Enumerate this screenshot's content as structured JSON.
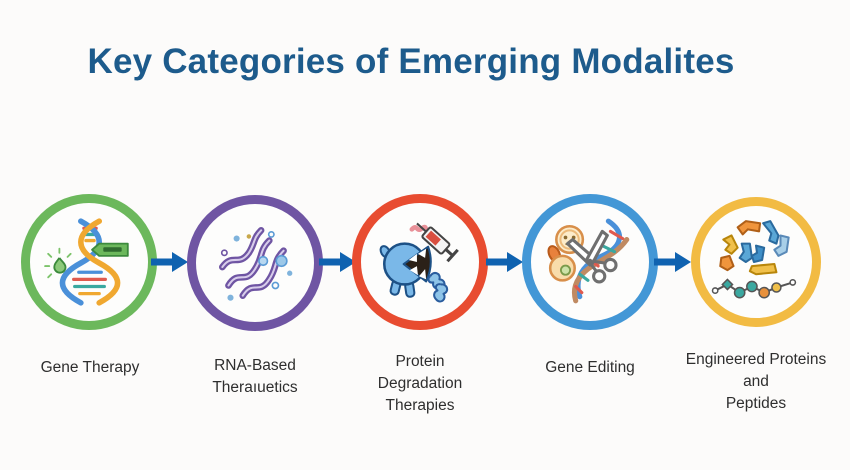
{
  "header": {
    "title": "Key Categories of Emerging Modalites",
    "title_color": "#1d5b8c"
  },
  "flow": {
    "arrow_color": "#0f62b0",
    "arrow_icon": "arrow-right-icon",
    "stages": [
      {
        "label_lines": [
          "Gene Therapy"
        ],
        "ring_color": "#6cb85c",
        "icon": "dna-helix-with-gene-tag-and-bulb"
      },
      {
        "label_lines": [
          "RNA-Based",
          "Theraıuetics"
        ],
        "ring_color": "#6f55a3",
        "icon": "rna-strands-with-nucleotide-dots"
      },
      {
        "label_lines": [
          "Protein",
          "Degradation",
          "Therapies"
        ],
        "ring_color": "#e84c30",
        "icon": "protein-eater-creature-with-syringe"
      },
      {
        "label_lines": [
          "Gene Editing"
        ],
        "ring_color": "#4397d6",
        "icon": "scissors-cutting-dna-with-cells"
      },
      {
        "label_lines": [
          "Engineered Proteins",
          "and",
          "Peptides"
        ],
        "ring_color": "#f2bb43",
        "icon": "protein-ribbons-and-peptide-bead-chain"
      }
    ]
  }
}
